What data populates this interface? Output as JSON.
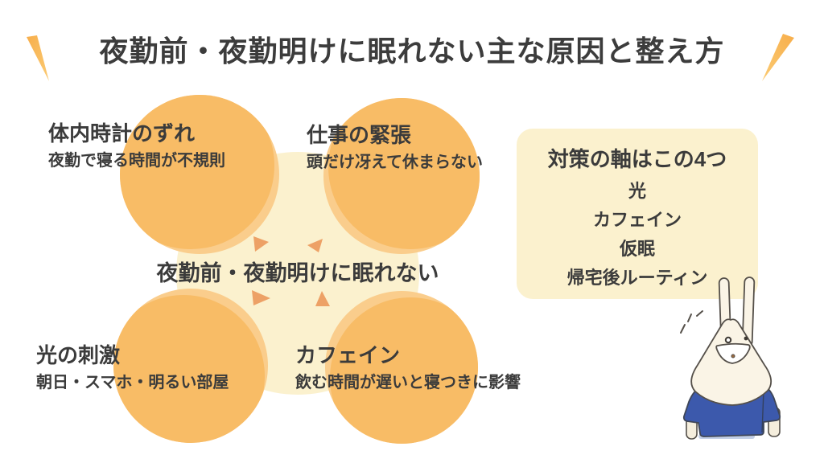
{
  "title": "夜勤前・夜勤明けに眠れない主な原因と整え方",
  "center": {
    "label": "夜勤前・夜勤明けに眠れない"
  },
  "causes": [
    {
      "title": "体内時計のずれ",
      "desc": "夜勤で寝る時間が不規則"
    },
    {
      "title": "仕事の緊張",
      "desc": "頭だけ冴えて休まらない"
    },
    {
      "title": "光の刺激",
      "desc": "朝日・スマホ・明るい部屋"
    },
    {
      "title": "カフェイン",
      "desc": "飲む時間が遅いと寝つきに影響"
    }
  ],
  "countermeasures": {
    "title": "対策の軸はこの4つ",
    "items": [
      "光",
      "カフェイン",
      "仮眠",
      "帰宅後ルーティン"
    ]
  },
  "colors": {
    "bubble_orange": "#F8BC66",
    "bubble_highlight": "#FACD8C",
    "pale_cream": "#FBF1CE",
    "arrow_orange": "#EDA166",
    "accent_slash": "#F9BA5C",
    "text_dark": "#3B3B3B",
    "mascot_shirt_blue": "#3C59AC",
    "mascot_fur": "#FAF4E6",
    "background": "#FFFFFF"
  }
}
